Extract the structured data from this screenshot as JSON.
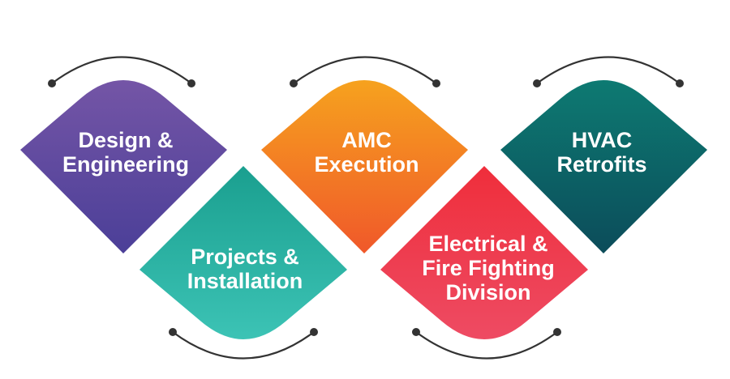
{
  "colors": {
    "design": [
      "#7455A6",
      "#4B3F98"
    ],
    "amc": [
      "#F6A21E",
      "#F0582A"
    ],
    "hvac": [
      "#0D7A72",
      "#0C4C5A"
    ],
    "projects": [
      "#1A9F8F",
      "#3CC3B5"
    ],
    "electrical": [
      "#EF2E3B",
      "#EE4B63"
    ],
    "connector": "#333333"
  },
  "cards": {
    "design": {
      "line1": "Design &",
      "line2": "Engineering"
    },
    "amc": {
      "line1": "AMC",
      "line2": "Execution"
    },
    "hvac": {
      "line1": "HVAC",
      "line2": "Retrofits"
    },
    "projects": {
      "line1": "Projects &",
      "line2": "Installation"
    },
    "electrical": {
      "line1": "Electrical &",
      "line2": "Fire Fighting",
      "line3": "Division"
    }
  }
}
